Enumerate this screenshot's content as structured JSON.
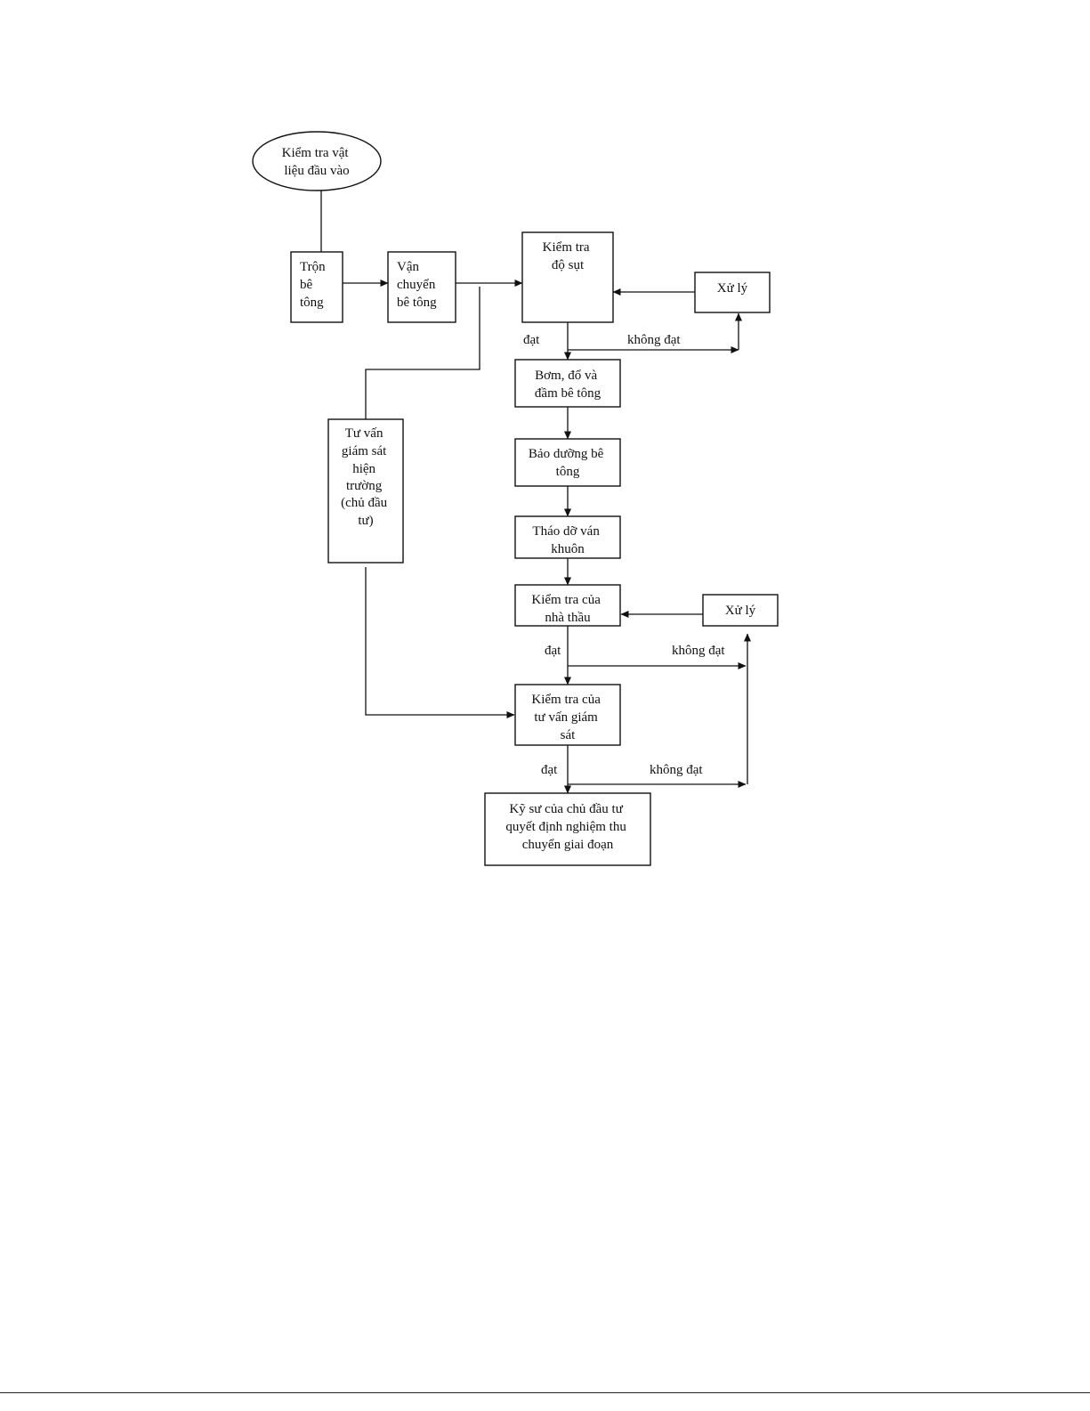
{
  "diagram": {
    "nodes": {
      "kiem_tra_vat_lieu": [
        "Kiểm tra vật",
        "liệu đầu vào"
      ],
      "tron_be_tong": [
        "Trộn",
        "bê",
        "tông"
      ],
      "van_chuyen": [
        "Vận",
        "chuyển",
        "bê tông"
      ],
      "kiem_tra_do_sut": [
        "Kiểm tra",
        "độ sụt"
      ],
      "xu_ly_1": [
        "Xử lý"
      ],
      "bom_do_dam": [
        "Bơm, đổ và",
        "đầm bê tông"
      ],
      "bao_duong": [
        "Bảo dưỡng bê",
        "tông"
      ],
      "thao_do_van_khuon": [
        "Tháo dỡ ván",
        "khuôn"
      ],
      "kiem_tra_nha_thau": [
        "Kiểm tra của",
        "nhà thầu"
      ],
      "xu_ly_2": [
        "Xử lý"
      ],
      "tu_van_giam_sat": [
        "Tư vấn",
        "giám sát",
        "hiện",
        "trường",
        "(chủ đầu",
        "tư)"
      ],
      "kiem_tra_tu_van": [
        "Kiểm tra của",
        "tư vấn giám",
        "sát"
      ],
      "ky_su_chu_dau_tu": [
        "Kỹ sư của chủ đầu tư",
        "quyết định nghiệm thu",
        "chuyển giai đoạn"
      ]
    },
    "edge_labels": {
      "dat_1": "đạt",
      "khong_dat_1": "không đạt",
      "dat_2": "đạt",
      "khong_dat_2": "không đạt",
      "dat_3": "đạt",
      "khong_dat_3": "không đạt"
    }
  }
}
